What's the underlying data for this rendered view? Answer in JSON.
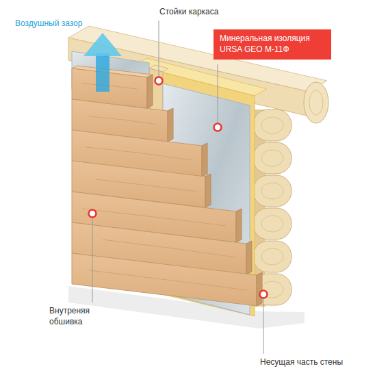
{
  "diagram": {
    "nodes": [
      {
        "text": [
          "Минеральная изоляция URSA GEO M-11Ф"
        ]
      }
    ],
    "labels": [
      "Воздушный зазор",
      "Стойки каркаса",
      "Внутреняя обшивка",
      "Несущая часть стены"
    ]
  }
}
